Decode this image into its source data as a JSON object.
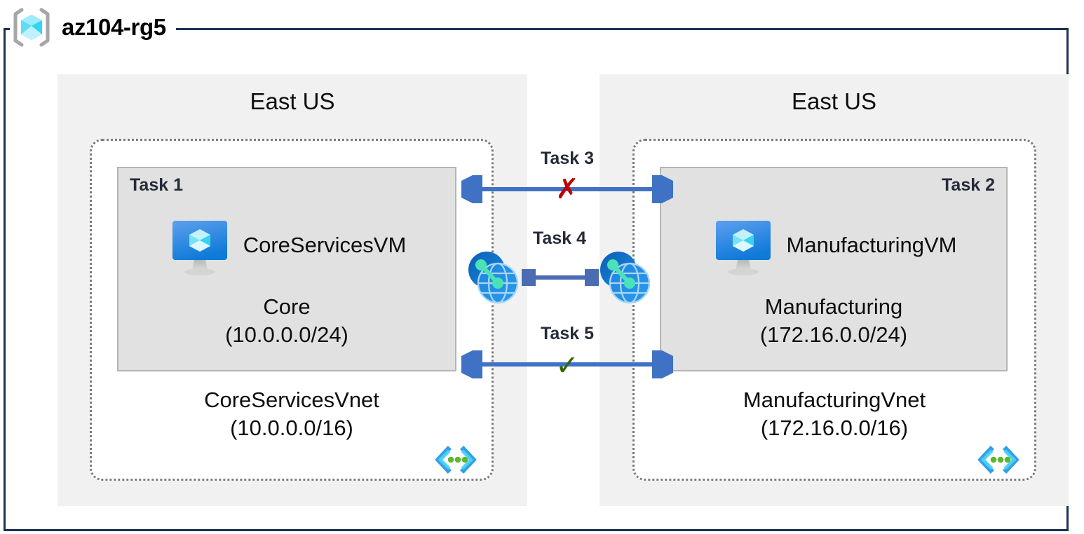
{
  "resource_group": {
    "name": "az104-rg5",
    "icon": "azure-resource-group-icon",
    "border_color": "#1b3350"
  },
  "regions": [
    {
      "id": "left",
      "label": "East US"
    },
    {
      "id": "right",
      "label": "East US"
    }
  ],
  "vnets": [
    {
      "id": "core-services-vnet",
      "name": "CoreServicesVnet",
      "cidr": "(10.0.0.0/16)",
      "subnet_icon": "subnet-icon",
      "subnet": {
        "task_tag": "Task 1",
        "task_tag_align": "left",
        "vm_icon": "virtual-machine-icon",
        "vm_name": "CoreServicesVM",
        "name": "Core",
        "cidr": "(10.0.0.0/24)"
      }
    },
    {
      "id": "manufacturing-vnet",
      "name": "ManufacturingVnet",
      "cidr": "(172.16.0.0/16)",
      "subnet_icon": "subnet-icon",
      "subnet": {
        "task_tag": "Task 2",
        "task_tag_align": "right",
        "vm_icon": "virtual-machine-icon",
        "vm_name": "ManufacturingVM",
        "name": "Manufacturing",
        "cidr": "(172.16.0.0/24)"
      }
    }
  ],
  "connectors": [
    {
      "id": "task3",
      "label": "Task 3",
      "marker": "✗",
      "marker_type": "cross",
      "marker_color": "#c00000",
      "arrow_color": "#3f72c4",
      "style": "double-arrow"
    },
    {
      "id": "task4",
      "label": "Task 4",
      "marker": "",
      "marker_type": "none",
      "marker_color": "",
      "arrow_color": "#4a6cb3",
      "style": "double-arrow-peering",
      "endpoint_icon": "vnet-peering-icon"
    },
    {
      "id": "task5",
      "label": "Task 5",
      "marker": "✓",
      "marker_type": "check",
      "marker_color": "#336600",
      "arrow_color": "#3f72c4",
      "style": "double-arrow"
    }
  ],
  "colors": {
    "region_panel": "#f1f1f1",
    "subnet_box": "#e1e1e1",
    "subnet_border": "#b4b4b4",
    "vnet_border": "#7c7c7c",
    "azure_blue": "#0078d4",
    "cube_cyan": "#50e6ff"
  }
}
